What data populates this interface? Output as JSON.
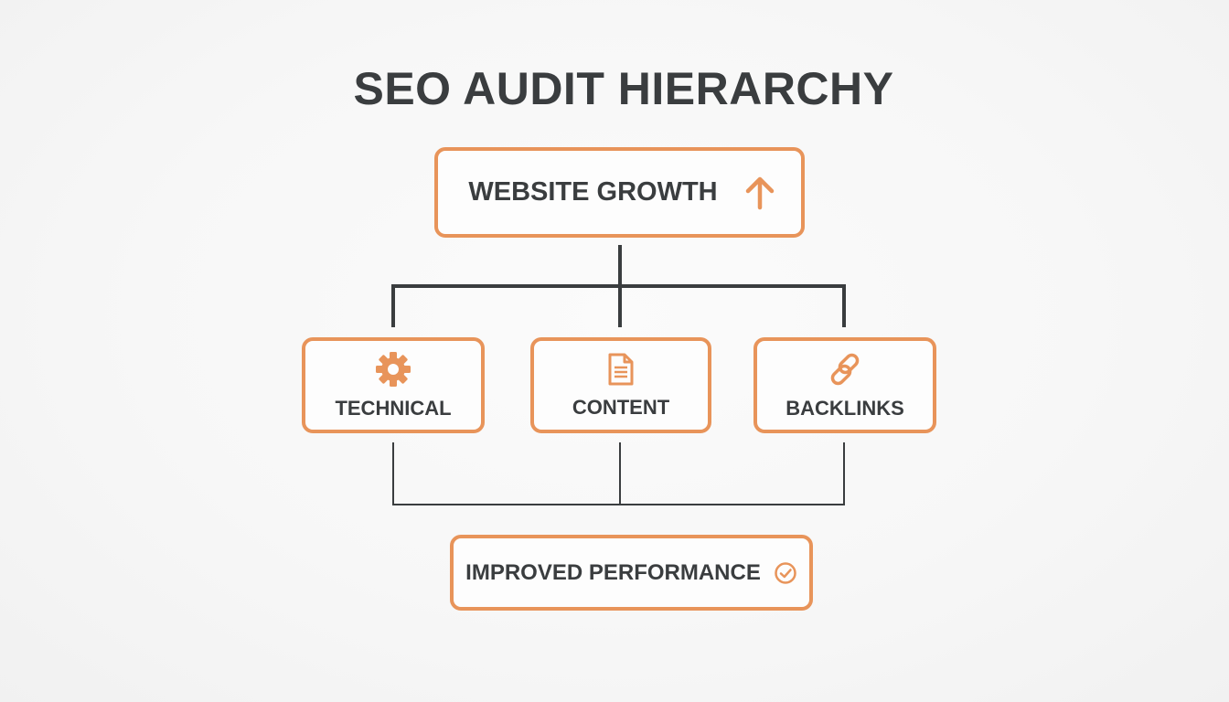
{
  "title": "SEO AUDIT HIERARCHY",
  "colors": {
    "accent": "#e8945a",
    "text": "#3a3d3f",
    "line": "#3a3d3f",
    "background": "#f6f6f6"
  },
  "top_node": {
    "label": "WEBSITE GROWTH",
    "icon": "arrow-up-icon"
  },
  "categories": [
    {
      "label": "TECHNICAL",
      "icon": "gear-icon"
    },
    {
      "label": "CONTENT",
      "icon": "document-icon"
    },
    {
      "label": "BACKLINKS",
      "icon": "link-icon"
    }
  ],
  "bottom_node": {
    "label": "IMPROVED PERFORMANCE",
    "icon": "check-circle-icon"
  }
}
